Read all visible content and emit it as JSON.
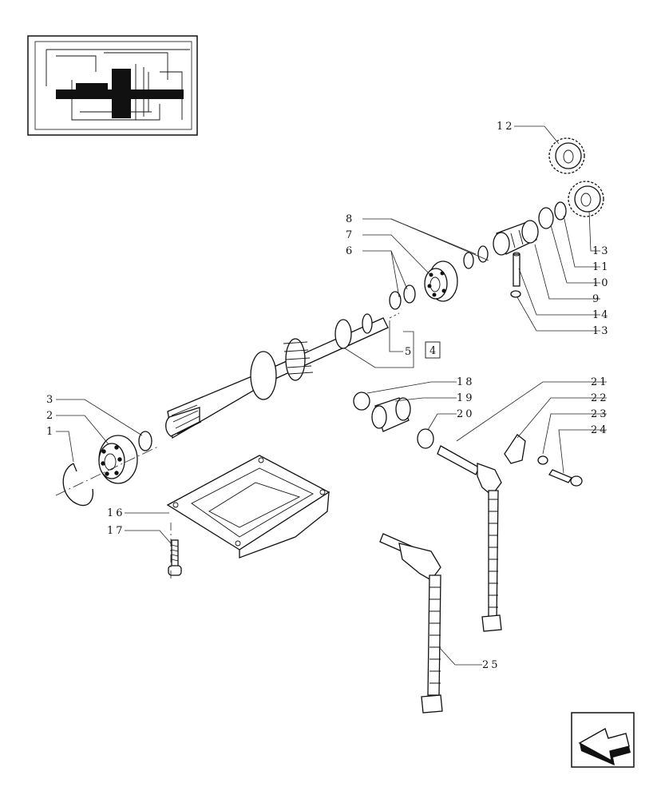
{
  "diagram": {
    "callouts": {
      "c1": "1",
      "c2": "2",
      "c3": "3",
      "c4": "4",
      "c5": "5",
      "c6": "6",
      "c7": "7",
      "c8": "8",
      "c9": "9",
      "c10": "10",
      "c11": "11",
      "c12": "12",
      "c13a": "13",
      "c13b": "13",
      "c14": "14",
      "c16": "16",
      "c17": "17",
      "c18": "18",
      "c19": "19",
      "c20": "20",
      "c21": "21",
      "c22": "22",
      "c23": "23",
      "c24": "24",
      "c25": "25"
    },
    "boxed_reference": "4",
    "navigation": {
      "icon": "arrow-back-icon"
    }
  }
}
